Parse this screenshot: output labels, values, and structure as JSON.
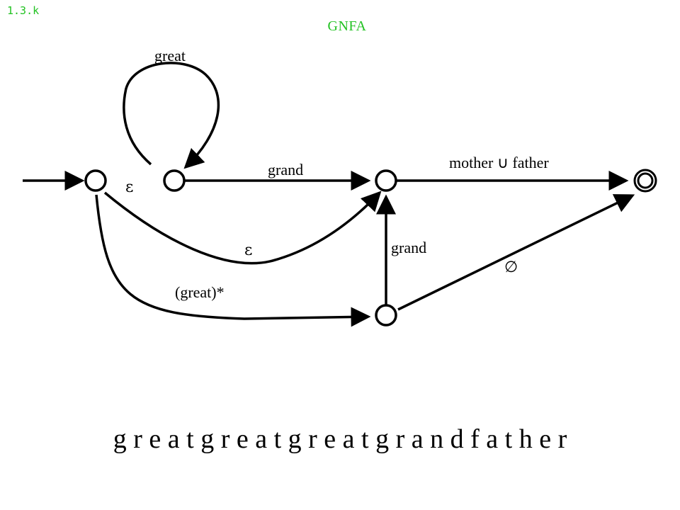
{
  "slide_number": "1.3.k",
  "title": "GNFA",
  "labels": {
    "self_loop": "great",
    "epsilon_top": "ε",
    "grand_top": "grand",
    "union": "mother ∪ father",
    "epsilon_curve": "ε",
    "grand_vertical": "grand",
    "empty_set": "∅",
    "great_star": "(great)*"
  },
  "word": "g r e a t g r e a t g r e a t g r a n d f a t h e r",
  "colors": {
    "accent": "#22c222",
    "ink": "#000000"
  },
  "icons": {
    "arrowhead": "arrowhead-icon",
    "accept_state": "double-circle-icon"
  }
}
